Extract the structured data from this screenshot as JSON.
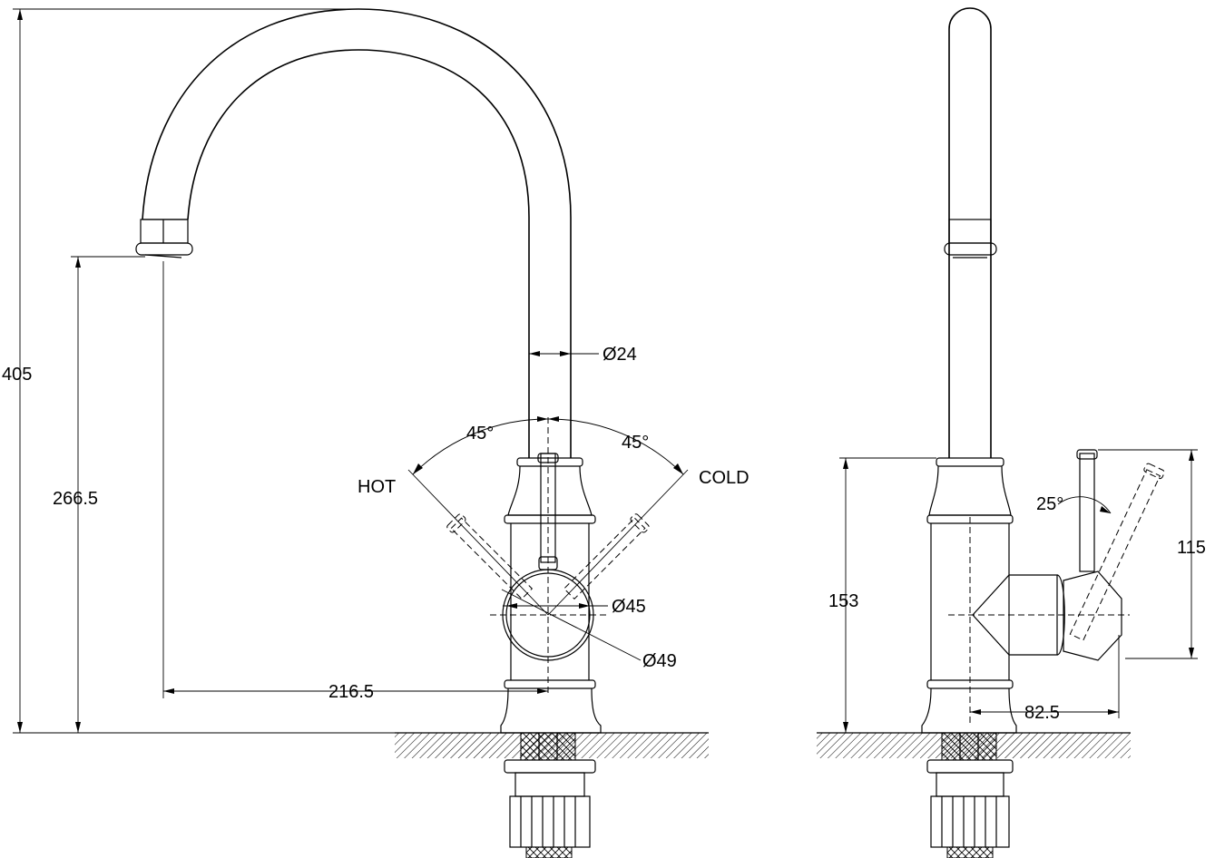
{
  "front_view": {
    "height_total": "405",
    "spout_height": "266.5",
    "spout_reach": "216.5",
    "spout_diameter": "Ø24",
    "body_diameter_inner": "Ø45",
    "body_diameter_outer": "Ø49",
    "angle_hot": "45°",
    "angle_cold": "45°",
    "label_hot": "HOT",
    "label_cold": "COLD"
  },
  "side_view": {
    "lever_angle": "25°",
    "lever_height": "115",
    "body_height": "153",
    "lever_reach": "82.5"
  }
}
